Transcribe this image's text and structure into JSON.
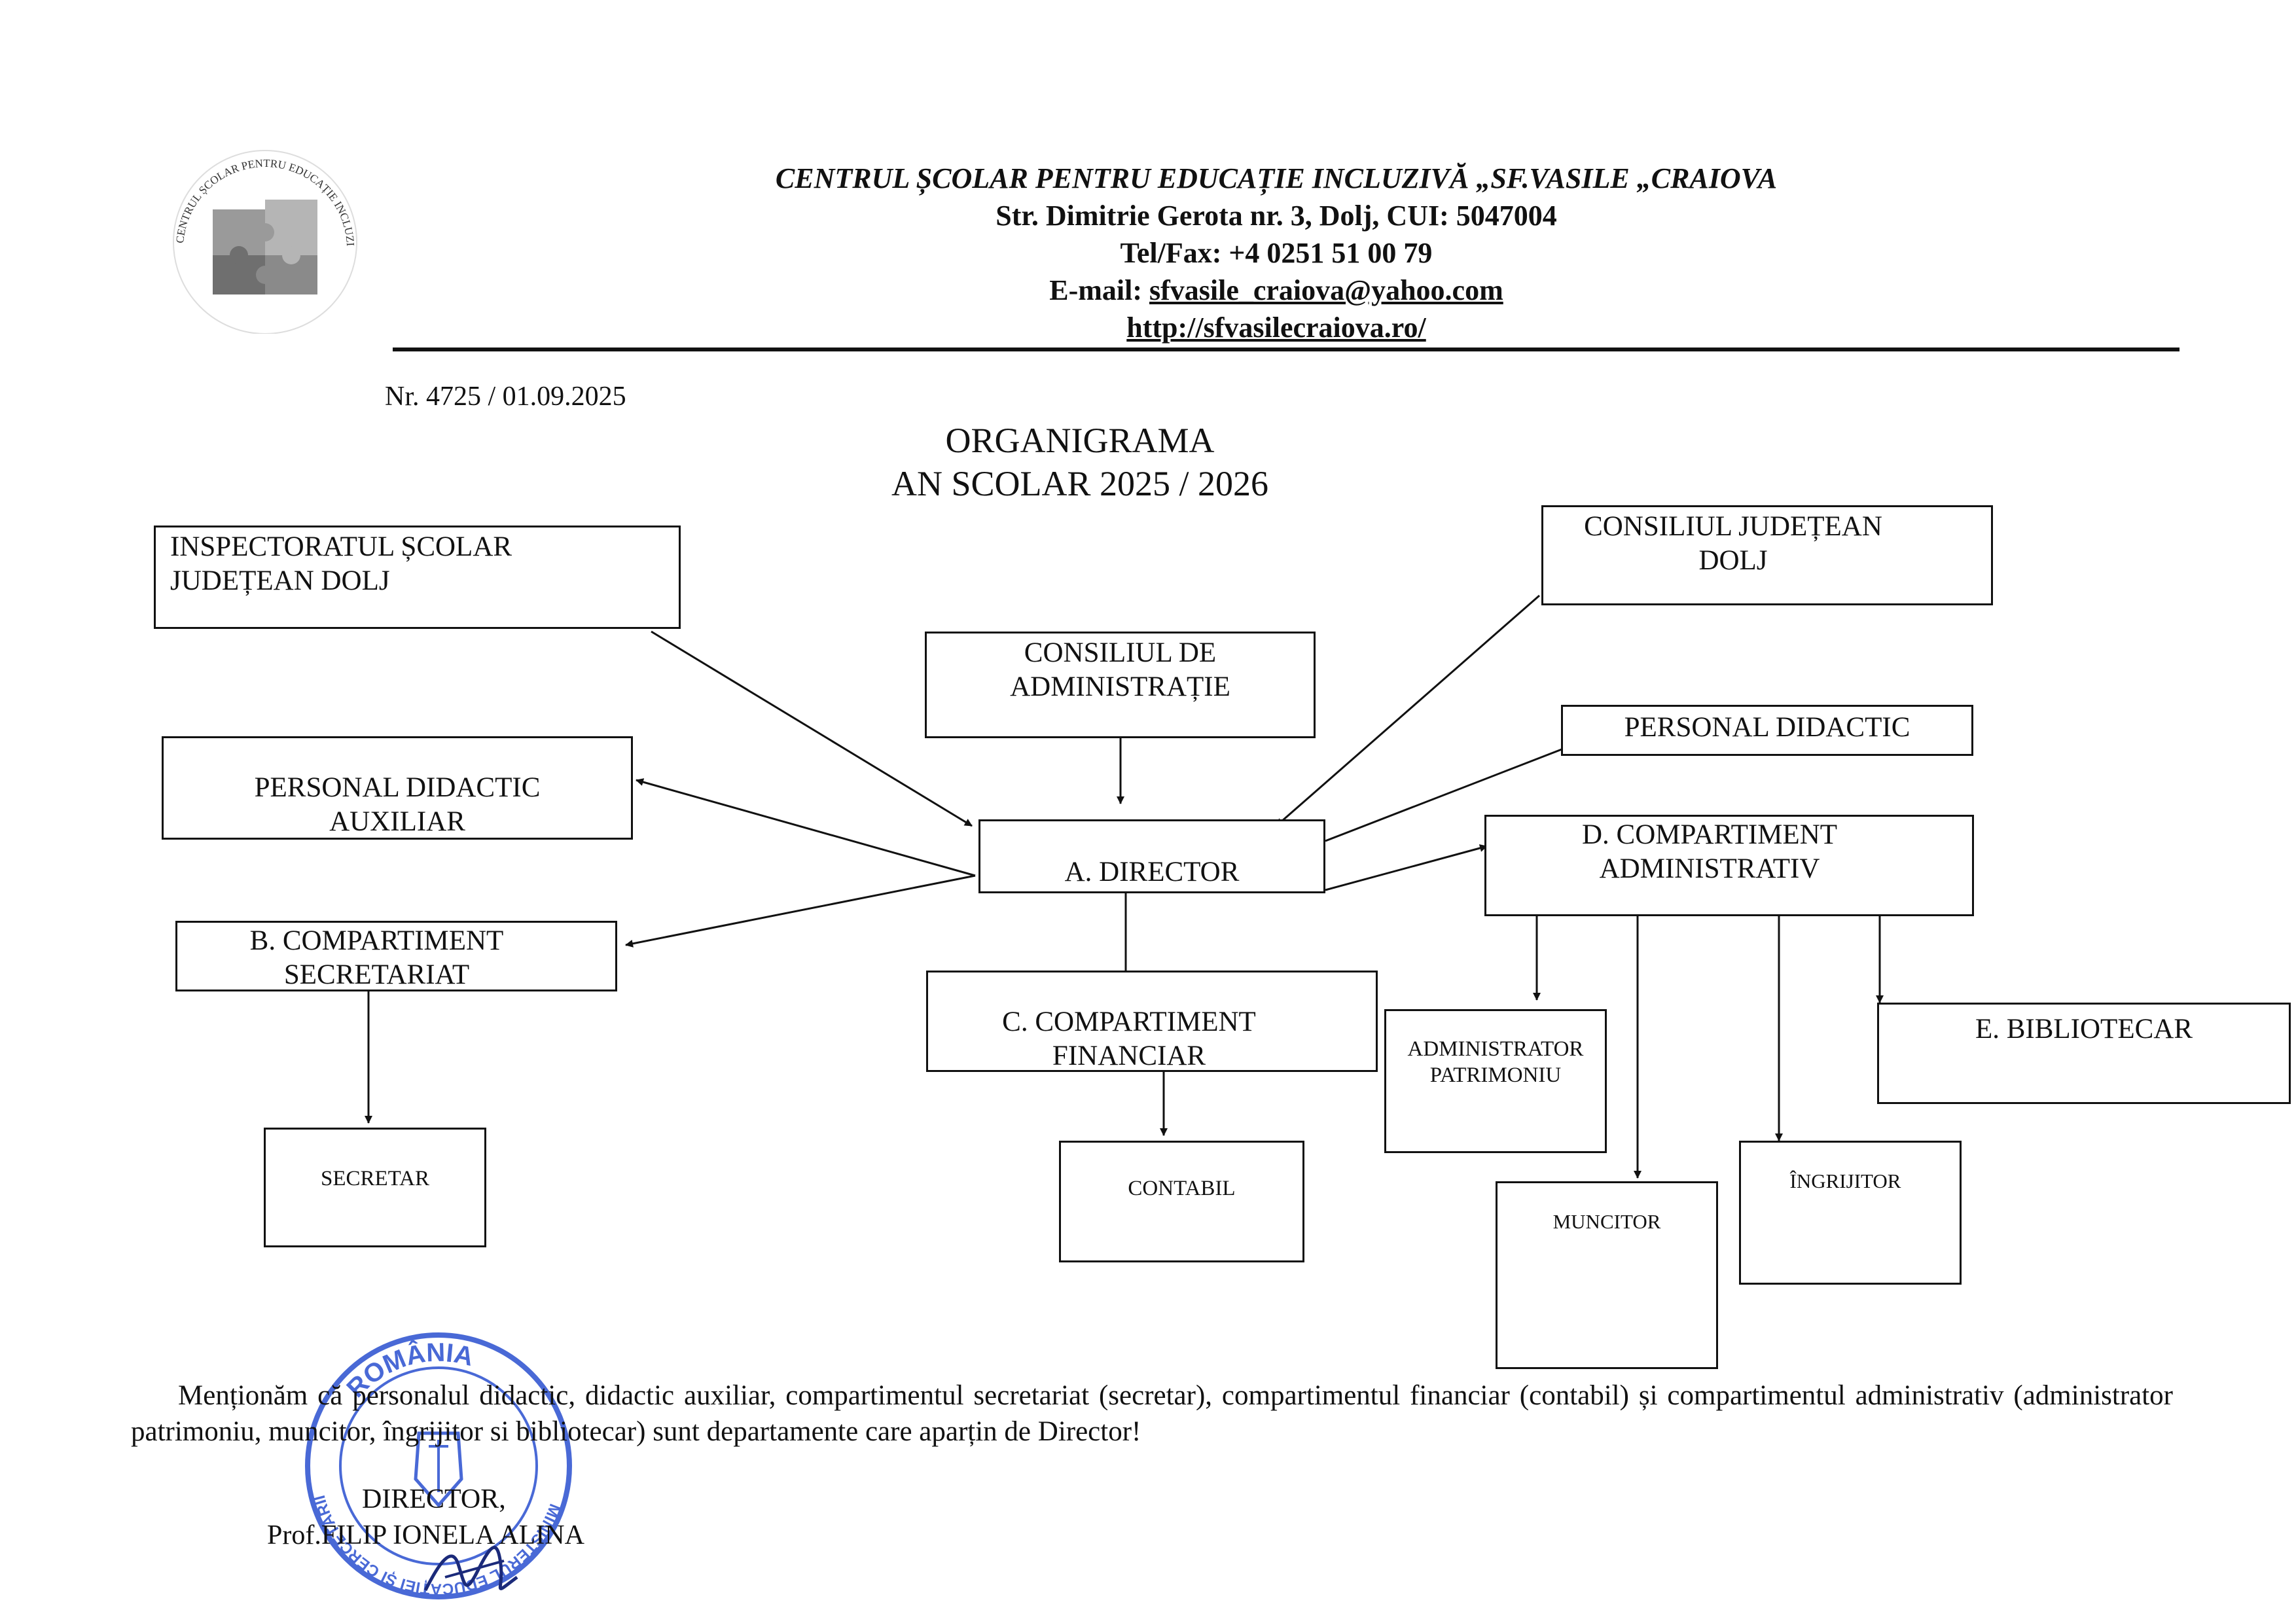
{
  "header": {
    "institution": "CENTRUL ȘCOLAR  PENTRU  EDUCAȚIE  INCLUZIVĂ „SF.VASILE „CRAIOVA",
    "address": "Str. Dimitrie Gerota nr. 3, Dolj, CUI: 5047004",
    "tel_fax": "Tel/Fax:  +4 0251 51 00 79",
    "email_label": "E-mail: ",
    "email": "sfvasile_craiova@yahoo.com",
    "website": "http://sfvasilecraiova.ro/"
  },
  "logo": {
    "ring_text": "CENTRUL ȘCOLAR PENTRU EDUCAȚIE INCLUZIVĂ „SF. VASILE” CRAIOVA"
  },
  "doc_number": "Nr. 4725 / 01.09.2025",
  "title": {
    "line1": "ORGANIGRAMA",
    "line2": "AN SCOLAR 2025 / 2026"
  },
  "boxes": {
    "isj": "INSPECTORATUL  ȘCOLAR\n     JUDEȚEAN  DOLJ",
    "consiliul_judetean": "CONSILIUL JUDEȚEAN\nDOLJ",
    "consiliul_admin": "CONSILIUL DE\nADMINISTRAȚIE",
    "personal_didactic": "PERSONAL DIDACTIC",
    "personal_auxiliar": "PERSONAL DIDACTIC\nAUXILIAR",
    "director": "A. DIRECTOR",
    "compartiment_administrativ": "D. COMPARTIMENT\nADMINISTRATIV",
    "compartiment_secretariat": "B. COMPARTIMENT\nSECRETARIAT",
    "compartiment_financiar": "C. COMPARTIMENT\nFINANCIAR",
    "administrator": "ADMINISTRATOR\nPATRIMONIU",
    "bibliotecar": "E. BIBLIOTECAR",
    "secretar": "SECRETAR",
    "contabil": "CONTABIL",
    "muncitor": "MUNCITOR",
    "ingrijitor": "ÎNGRIJITOR"
  },
  "note": "Menționăm că personalul didactic, didactic auxiliar, compartimentul secretariat (secretar), compartimentul financiar (contabil) și compartimentul administrativ (administrator patrimoniu, muncitor, îngrijitor si bibliotecar) sunt departamente care aparțin de Director!",
  "signature": {
    "role": "DIRECTOR,",
    "name": "Prof.FILIP IONELA ALINA"
  },
  "stamp": {
    "country": "ROMÂNIA",
    "ring_text": "MINISTERUL EDUCAȚIEI ȘI CERCETĂRII"
  },
  "colors": {
    "ink": "#111111",
    "stamp_blue": "#2a4fd0",
    "logo_gray": "#7a7a7a"
  }
}
